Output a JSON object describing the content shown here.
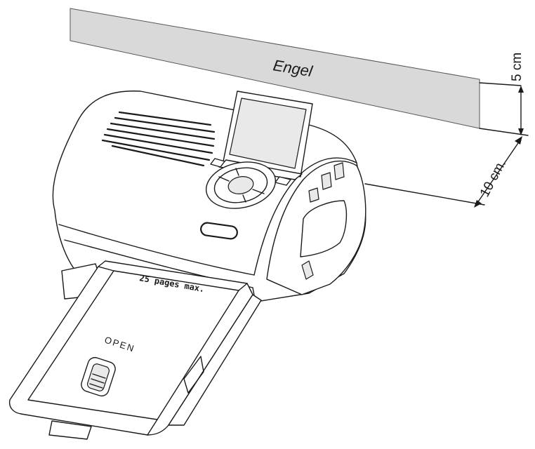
{
  "obstacle": {
    "label": "Engel",
    "fill": "#d9d9d9"
  },
  "dimensions": {
    "top_gap": "5 cm",
    "side_gap": "10 cm."
  },
  "tray": {
    "capacity_text": "25 pages max.",
    "open_text": "OPEN"
  }
}
